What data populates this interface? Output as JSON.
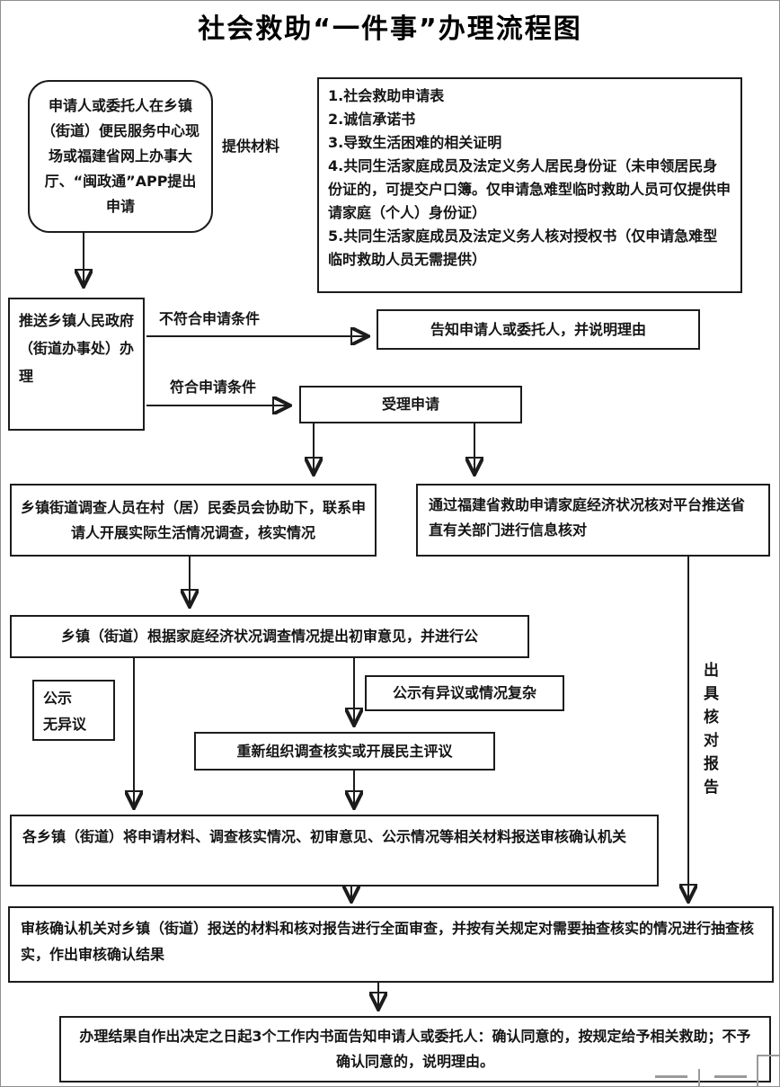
{
  "page": {
    "title": "社会救助“一件事”办理流程图"
  },
  "nodes": {
    "apply": "申请人或委托人在乡镇（街道）便民服务中心现场或福建省网上办事大厅、“闽政通”APP提出申请",
    "push": "推送乡镇人民政府（街道办事处）办理",
    "notify": "告知申请人或委托人，并说明理由",
    "accept": "受理申请",
    "investigate": "乡镇街道调查人员在村（居）民委员会协助下，联系申请人开展实际生活情况调查，核实情况",
    "verify_platform": "通过福建省救助申请家庭经济状况核对平台推送省直有关部门进行信息核对",
    "initial_review": "乡镇（街道）根据家庭经济状况调查情况提出初审意见，并进行公",
    "reinvestigate": "重新组织调查核实或开展民主评议",
    "submit": "各乡镇（街道）将申请材料、调查核实情况、初审意见、公示情况等相关材料报送审核确认机关",
    "final_review": "审核确认机关对乡镇（街道）报送的材料和核对报告进行全面审查，并按有关规定对需要抽查核实的情况进行抽查核实，作出审核确认结果",
    "result": "办理结果自作出决定之日起3个工作内书面告知申请人或委托人：确认同意的，按规定给予相关救助；不予确认同意的，说明理由。"
  },
  "materials": {
    "items": [
      "1.社会救助申请表",
      "2.诚信承诺书",
      "3.导致生活困难的相关证明",
      "4.共同生活家庭成员及法定义务人居民身份证（未申领居民身份证的，可提交户口簿。仅申请急难型临时救助人员可仅提供申请家庭（个人）身份证）",
      "5.共同生活家庭成员及法定义务人核对授权书（仅申请急难型临时救助人员无需提供）"
    ]
  },
  "edge_labels": {
    "provide_materials": "提供材料",
    "not_eligible": "不符合申请条件",
    "eligible": "符合申请条件",
    "no_objection": "公示\n无异议",
    "objection": "公示有异议或情况复杂",
    "verify_report": "出具核对报告"
  },
  "colors": {
    "line": "#1c1c1c",
    "text": "#151515",
    "background": "#ffffff",
    "artifact_gray": "#9a9a9a"
  }
}
